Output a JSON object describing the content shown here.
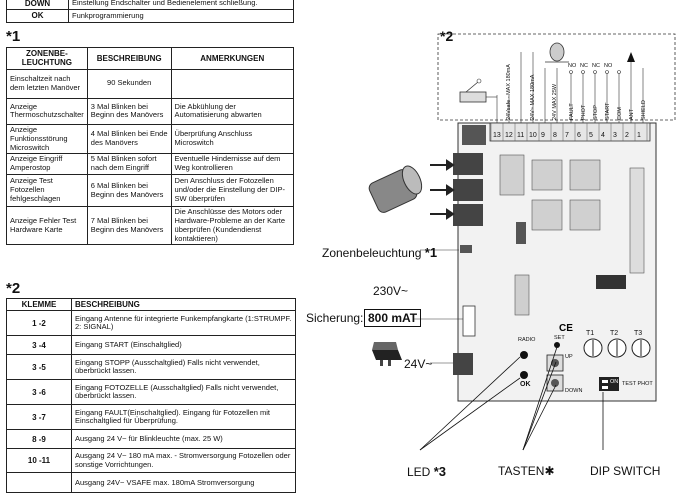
{
  "top_table": [
    {
      "key": "DOWN",
      "value": "Einstellung Endschalter und Bedienelement schließung."
    },
    {
      "key": "OK",
      "value": "Funkprogrammierung"
    }
  ],
  "section1": {
    "marker": "*1",
    "headers": [
      "ZONENBE-LEUCHTUNG",
      "BESCHREIBUNG",
      "ANMERKUNGEN"
    ],
    "rows": [
      [
        "Einschaltzeit nach dem letzten Manöver",
        "90 Sekunden",
        ""
      ],
      [
        "Anzeige Thermoschutzschalter",
        "3 Mal Blinken bei Beginn des Manövers",
        "Die Abkühlung der Automatisierung abwarten"
      ],
      [
        "Anzeige Funktionsstörung Microswitch",
        "4 Mal Blinken bei Ende des Manövers",
        "Überprüfung Anschluss Microswitch"
      ],
      [
        "Anzeige Eingriff Amperostop",
        "5 Mal Blinken sofort nach dem Eingriff",
        "Eventuelle Hindernisse auf dem Weg kontrollieren"
      ],
      [
        "Anzeige Test Fotozellen fehlgeschlagen",
        "6 Mal Blinken bei Beginn des Manövers",
        "Den Anschluss der Fotozellen und/oder die Einstellung der DIP-SW überprüfen"
      ],
      [
        "Anzeige Fehler Test Hardware Karte",
        "7 Mal Blinken bei Beginn des Manövers",
        "Die Anschlüsse des Motors oder Hardware-Probleme an der Karte überprüfen (Kundendienst kontaktieren)"
      ]
    ]
  },
  "section2": {
    "marker": "*2",
    "headers": [
      "KLEMME",
      "BESCHREIBUNG"
    ],
    "rows": [
      [
        "1 -2",
        "Eingang Antenne für integrierte Funkempfangkarte (1:STRUMPF. 2: SIGNAL)"
      ],
      [
        "3 -4",
        "Eingang START (Einschaltglied)"
      ],
      [
        "3 -5",
        "Eingang STOPP (Ausschaltglied) Falls nicht verwendet, überbrückt lassen."
      ],
      [
        "3 -6",
        "Eingang FOTOZELLE (Ausschaltglied) Falls nicht verwendet, überbrückt lassen."
      ],
      [
        "3 -7",
        "Eingang FAULT(Einschaltglied). Eingang für Fotozellen mit Einschaltglied für Überprüfung."
      ],
      [
        "8 -9",
        "Ausgang 24 V~ für Blinkleuchte (max. 25 W)"
      ],
      [
        "10 -11",
        "Ausgang 24 V~ 180 mA max. - Stromversorgung Fotozellen oder sonstige Vorrichtungen."
      ],
      [
        "",
        "Ausgang 24V~ VSAFE max. 180mA Stromversorgung"
      ]
    ]
  },
  "diagram": {
    "marker2": "*2",
    "zone_label": "Zonenbeleuchtung",
    "zone_marker": "*1",
    "voltage_230": "230V~",
    "sicherung_label": "Sicherung:",
    "fuse_value": "800 mAT",
    "voltage_24": "24V~",
    "led_label": "LED",
    "led_marker": "*3",
    "tasten_label": "TASTEN",
    "tasten_marker": "✱",
    "dip_label": "DIP SWITCH",
    "terminal_numbers": [
      "13",
      "12",
      "11",
      "10",
      "9",
      "8",
      "7",
      "6",
      "5",
      "4",
      "3",
      "2",
      "1"
    ],
    "terminal_labels": [
      "24Vsafe - MAX 180mA",
      "24V~ MAX 180mA",
      "24V MAX 25W",
      "FAULT",
      "PHOT",
      "STOP",
      "START",
      "COM",
      "ANT",
      "SHIELD"
    ],
    "nc_no_labels": [
      "NO",
      "NC",
      "NC",
      "NO"
    ],
    "pcb_labels": {
      "radio": "RADIO",
      "set": "SET",
      "ok": "OK",
      "up": "UP",
      "down": "DOWN",
      "ce": "CE",
      "t1": "T1",
      "t2": "T2",
      "t3": "T3",
      "test_phot": "TEST PHOT",
      "dip_on": "ON"
    }
  }
}
